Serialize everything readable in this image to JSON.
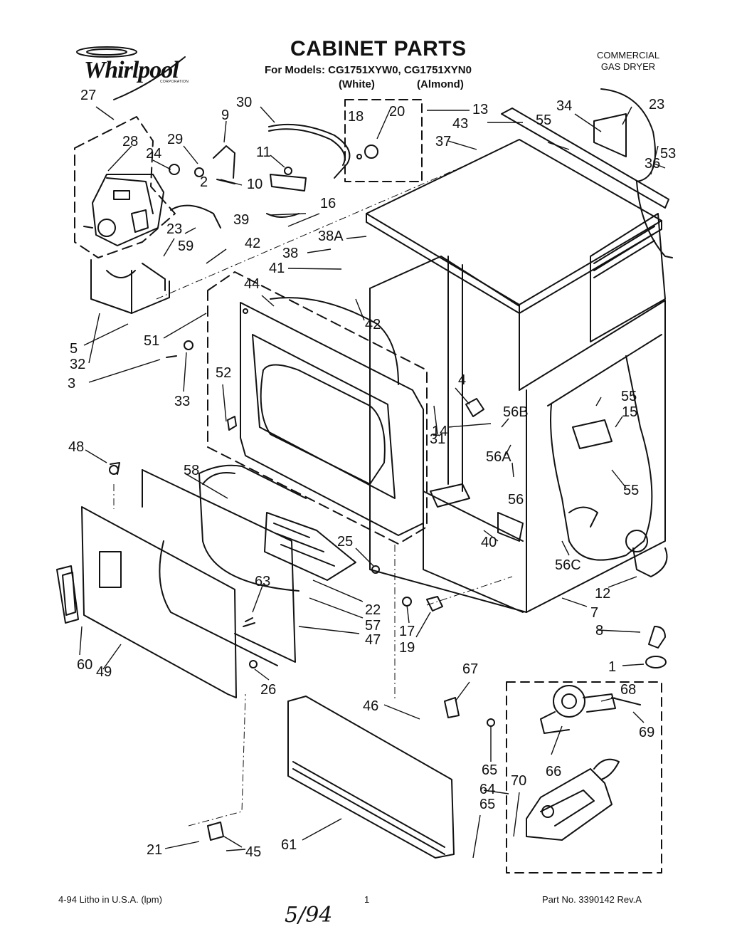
{
  "header": {
    "title": "CABINET PARTS",
    "models": "For Models: CG1751XYW0, CG1751XYN0",
    "color_white": "(White)",
    "color_almond": "(Almond)",
    "subtitle_line1": "COMMERCIAL",
    "subtitle_line2": "GAS DRYER"
  },
  "logo": {
    "brand": "Whirlpool",
    "corporation": "CORPORATION"
  },
  "part_labels": [
    "27",
    "28",
    "24",
    "29",
    "9",
    "30",
    "11",
    "18",
    "20",
    "13",
    "43",
    "55",
    "34",
    "23",
    "37",
    "53",
    "36",
    "2",
    "10",
    "39",
    "16",
    "23",
    "59",
    "42",
    "38A",
    "38",
    "41",
    "42",
    "44",
    "52",
    "51",
    "33",
    "3",
    "5",
    "32",
    "4",
    "55",
    "15",
    "56B",
    "14",
    "56A",
    "56",
    "55",
    "31",
    "48",
    "58",
    "25",
    "40",
    "63",
    "22",
    "57",
    "47",
    "17",
    "19",
    "12",
    "7",
    "8",
    "1",
    "60",
    "49",
    "26",
    "56C",
    "46",
    "67",
    "68",
    "65",
    "69",
    "66",
    "64",
    "70",
    "65",
    "21",
    "45",
    "61"
  ],
  "footer": {
    "left": "4-94  Litho in U.S.A. (lpm)",
    "center": "1",
    "right": "Part No. 3390142 Rev.A"
  },
  "handwritten_note": "5/94"
}
